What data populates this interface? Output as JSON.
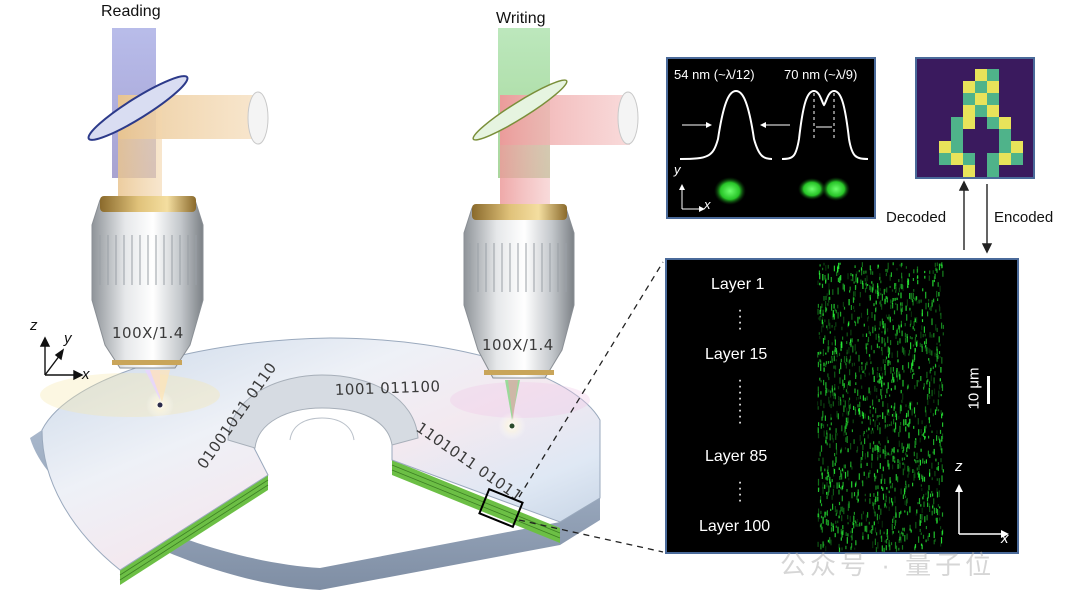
{
  "labels": {
    "reading": "Reading",
    "writing": "Writing",
    "objective_left": "100X/1.4",
    "objective_right": "100X/1.4",
    "axis_z": "z",
    "axis_y": "y",
    "axis_x": "x"
  },
  "profile_panel": {
    "left_title": "54 nm (~λ/12)",
    "right_title": "70 nm (~λ/9)",
    "axis_y": "y",
    "axis_x": "x"
  },
  "arrows": {
    "decoded": "Decoded",
    "encoded": "Encoded"
  },
  "layer_panel": {
    "layers": [
      "Layer 1",
      "Layer 15",
      "Layer 85",
      "Layer 100"
    ],
    "scale_bar": "10 μm",
    "axis_z": "z",
    "axis_x": "x"
  },
  "disc_binary": [
    "01001011 0110",
    "1001 011100",
    "1101011 01011"
  ],
  "watermark": "公众号 · 量子位",
  "colors": {
    "panel_border": "#4a6a9a",
    "pixel_bg": "#3a1a5e",
    "pixel_green": "#4fb38a",
    "pixel_yellow": "#e8e35a",
    "signal_green": "#2aff3a",
    "layer_green": "#6cbf45"
  }
}
